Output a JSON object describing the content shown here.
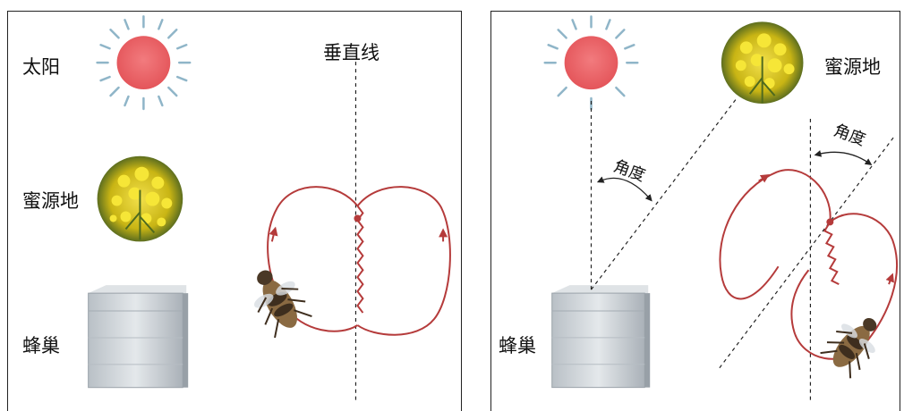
{
  "left_panel": {
    "sun_label": "太阳",
    "vertical_label": "垂直线",
    "flower_label": "蜜源地",
    "hive_label": "蜂巢"
  },
  "right_panel": {
    "flower_label": "蜜源地",
    "hive_label": "蜂巢",
    "angle_label_left": "角度",
    "angle_label_right": "角度"
  },
  "colors": {
    "sun": "#ec5f63",
    "sun_rays": "#8fb5c8",
    "dance_path": "#b53b3b",
    "flower_yellow": "#e8d21a",
    "flower_green": "#4f6a1e",
    "hive": "#cfd4d8"
  }
}
